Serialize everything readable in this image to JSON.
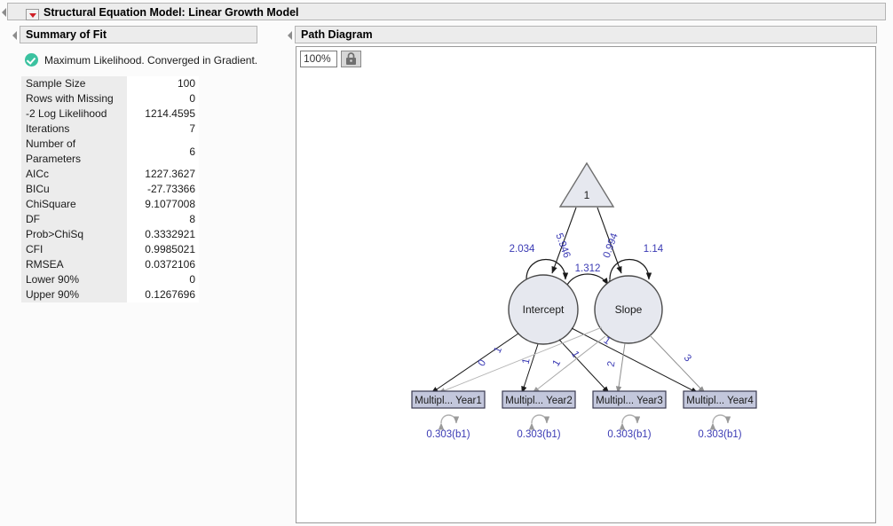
{
  "window": {
    "title": "Structural Equation Model: Linear Growth Model",
    "disclosure_icon": "disclosure-triangle-icon",
    "menu_icon": "red-triangle-menu-icon"
  },
  "summary_of_fit": {
    "header": "Summary of Fit",
    "convergence": {
      "icon": "green-check-icon",
      "text": "Maximum Likelihood. Converged in Gradient."
    },
    "rows": [
      {
        "label": "Sample Size",
        "value": "100"
      },
      {
        "label": "Rows with Missing",
        "value": "0"
      },
      {
        "label": "-2 Log Likelihood",
        "value": "1214.4595"
      },
      {
        "label": "Iterations",
        "value": "7"
      },
      {
        "label": "Number of Parameters",
        "value": "6"
      },
      {
        "label": "AICc",
        "value": "1227.3627"
      },
      {
        "label": "BICu",
        "value": "-27.73366"
      },
      {
        "label": "ChiSquare",
        "value": "9.1077008"
      },
      {
        "label": "DF",
        "value": "8"
      },
      {
        "label": "Prob>ChiSq",
        "value": "0.3332921"
      },
      {
        "label": "CFI",
        "value": "0.9985021"
      },
      {
        "label": "RMSEA",
        "value": "0.0372106"
      },
      {
        "label": "Lower 90%",
        "value": "0"
      },
      {
        "label": "Upper 90%",
        "value": "0.1267696"
      }
    ]
  },
  "path_diagram": {
    "header": "Path Diagram",
    "toolbar": {
      "zoom_level": "100%",
      "lock_icon": "lock-icon"
    },
    "nodes": {
      "constant": "1",
      "latent": [
        "Intercept",
        "Slope"
      ],
      "manifest": [
        "Multipl... Year1",
        "Multipl... Year2",
        "Multipl... Year3",
        "Multipl... Year4"
      ]
    },
    "estimates": {
      "intercept_mean": "5.946",
      "slope_mean": "0.994",
      "intercept_variance": "2.034",
      "slope_variance": "1.14",
      "covariance": "1.312",
      "intercept_loadings": [
        "1",
        "1",
        "1",
        "1"
      ],
      "slope_loadings": [
        "0",
        "1",
        "2",
        "3"
      ],
      "residuals": [
        "0.303(b1)",
        "0.303(b1)",
        "0.303(b1)",
        "0.303(b1)"
      ]
    }
  },
  "colors": {
    "label_blue": "#3a3ab4",
    "node_fill": "#e6e8ef",
    "box_fill": "#c3c7dc",
    "panel_header": "#ececec",
    "check_green": "#3bc2a0",
    "menu_red": "#cf2027"
  }
}
